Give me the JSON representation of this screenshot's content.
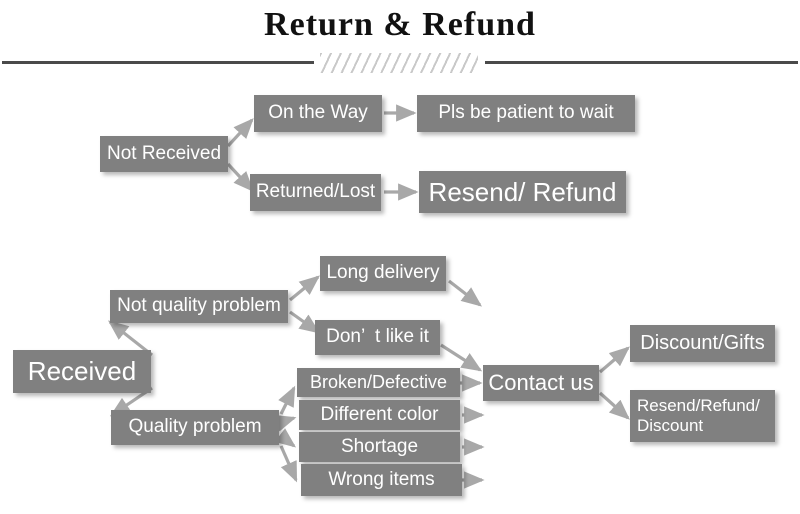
{
  "header": {
    "title": "Return & Refund",
    "divider_icon": "hatched-divider"
  },
  "colors": {
    "node_fill": "#808080",
    "node_text": "#ffffff",
    "arrow": "#a8a8a8",
    "rule": "#4a4a4a",
    "hatch": "#c9c9c9",
    "background": "#ffffff"
  },
  "flow": {
    "not_received": {
      "root": "Not Received",
      "branches": [
        {
          "condition": "On the Way",
          "outcome": "Pls be patient to wait"
        },
        {
          "condition": "Returned/Lost",
          "outcome": "Resend/ Refund"
        }
      ]
    },
    "received": {
      "root": "Received",
      "categories": [
        {
          "label": "Not quality problem",
          "reasons": [
            "Long delivery",
            "Don’  t like it"
          ]
        },
        {
          "label": "Quality problem",
          "reasons": [
            "Broken/Defective",
            "Different color",
            "Shortage",
            "Wrong items"
          ]
        }
      ],
      "action": "Contact us",
      "resolutions": [
        "Discount/Gifts",
        "Resend/Refund/\nDiscount"
      ]
    }
  },
  "nodes": {
    "not_received": "Not Received",
    "on_the_way": "On the Way",
    "pls_be_patient": "Pls be patient to wait",
    "returned_lost": "Returned/Lost",
    "resend_refund": "Resend/ Refund",
    "received": "Received",
    "not_quality_problem": "Not quality problem",
    "quality_problem": "Quality problem",
    "long_delivery": "Long delivery",
    "dont_like_it": "Don’  t like it",
    "broken_defective": "Broken/Defective",
    "different_color": "Different color",
    "shortage": "Shortage",
    "wrong_items": "Wrong items",
    "contact_us": "Contact us",
    "discount_gifts": "Discount/Gifts",
    "resend_refund_discount": "Resend/Refund/\nDiscount"
  }
}
